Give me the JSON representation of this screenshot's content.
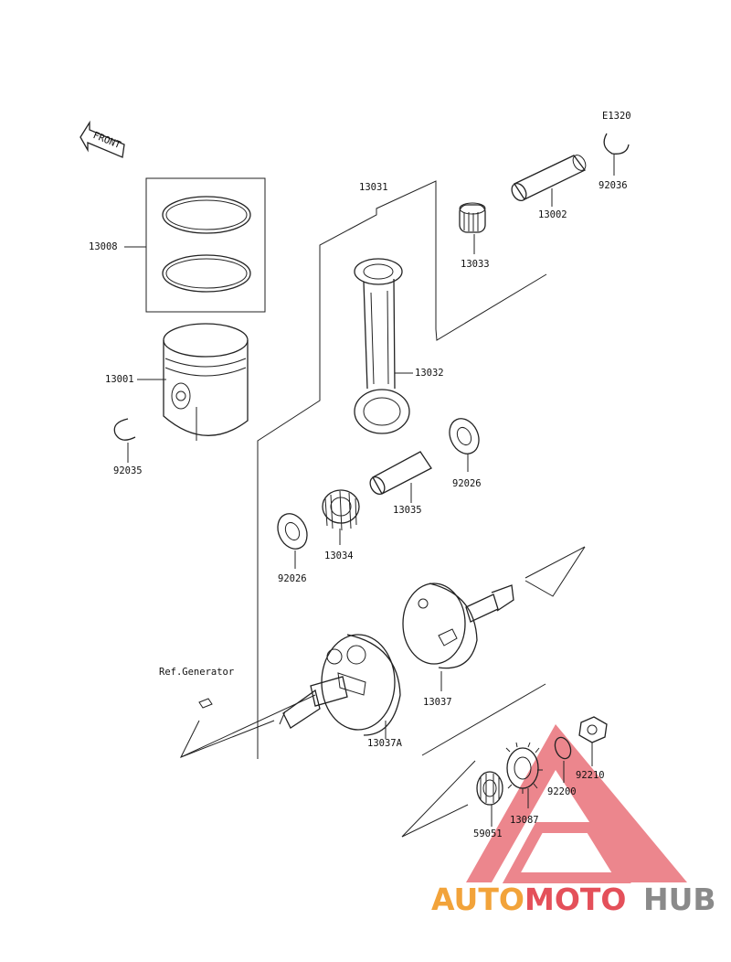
{
  "diagram": {
    "code": "E1320",
    "front_label": "FRONT",
    "ref_label": "Ref.Generator",
    "parts": {
      "p13008": "13008",
      "p13001": "13001",
      "p92035a": "92035",
      "p13031": "13031",
      "p13033": "13033",
      "p13002": "13002",
      "p92036": "92036",
      "p13032": "13032",
      "p92026a": "92026",
      "p13035": "13035",
      "p13034": "13034",
      "p92026b": "92026",
      "p13037": "13037",
      "p13037a": "13037A",
      "p92200": "92200",
      "p92210": "92210",
      "p13087": "13087",
      "p59051": "59051"
    }
  },
  "watermark": {
    "part1": "AUTO",
    "part2": "MOTO",
    "part3": "HUB",
    "colors": {
      "orange": "#f2a33a",
      "red": "#e4505a",
      "grey": "#8a8a8a"
    }
  }
}
